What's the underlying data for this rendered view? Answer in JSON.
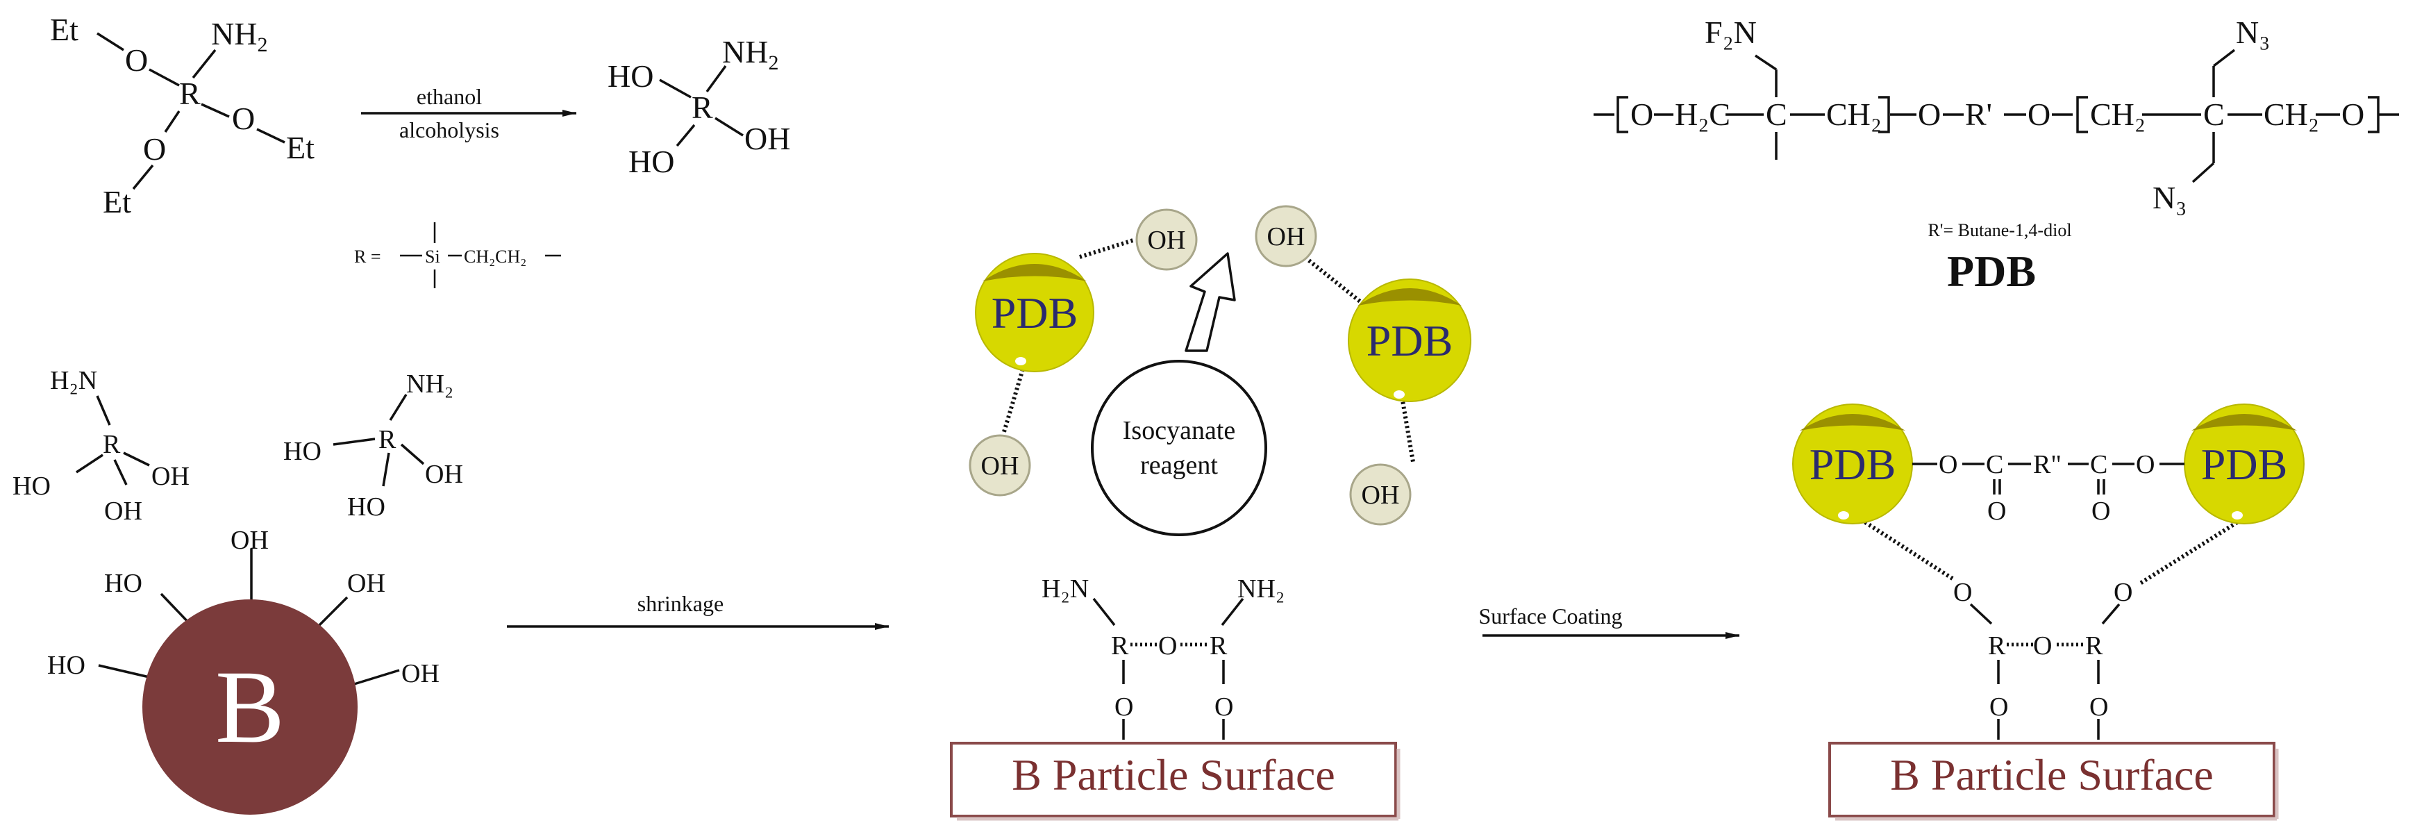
{
  "colors": {
    "pdb_fill": "#d7d800",
    "pdb_shade": "#9a9000",
    "oh_fill": "#e6e4cc",
    "b_particle": "#7b3b3b",
    "surface_border": "#8a4a4a",
    "surface_text": "#7a3030"
  },
  "reaction1": {
    "et": "Et",
    "o": "O",
    "r": "R",
    "nh": "NH",
    "sub2": "2",
    "ho": "HO",
    "oh": "OH",
    "arrow_top": "ethanol",
    "arrow_bottom": "alcoholysis",
    "r_def_prefix": "R =",
    "r_def_si": "Si",
    "r_def_chain": "CH₂CH₂"
  },
  "pdb_structure": {
    "f2n": "F₂N",
    "n3": "N₃",
    "o": "O",
    "h2c": "H₂C",
    "c": "C",
    "ch2": "CH₂",
    "r_prime": "R'",
    "note": "R'= Butane-1,4-diol",
    "title": "PDB"
  },
  "left_panel": {
    "h2n": "H₂N",
    "nh2": "NH₂",
    "r": "R",
    "ho": "HO",
    "oh": "OH",
    "particle_label": "B"
  },
  "arrows": {
    "shrinkage": "shrinkage",
    "surface_coating": "Surface Coating"
  },
  "middle_panel": {
    "pdb": "PDB",
    "oh": "OH",
    "reagent": [
      "Isocyanate",
      "reagent"
    ],
    "h2n": "H₂N",
    "nh2": "NH₂",
    "r": "R",
    "o": "O",
    "surface_label": "B Particle Surface"
  },
  "right_panel": {
    "pdb": "PDB",
    "o": "O",
    "c": "C",
    "r_double": "R\"",
    "r": "R",
    "surface_label": "B Particle Surface"
  }
}
